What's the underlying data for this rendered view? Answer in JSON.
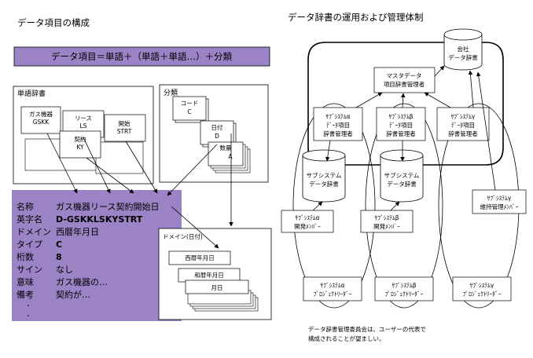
{
  "left": {
    "title": "データ項目の構成",
    "formula": "データ項目＝単語＋（単語＋単語…）＋分類",
    "word_dict": {
      "title": "単語辞書",
      "cards": [
        {
          "label": "ガス機器",
          "code": "GSKK"
        },
        {
          "label": "リース",
          "code": "LS"
        },
        {
          "label": "開始",
          "code": "STRT"
        },
        {
          "label": "契約",
          "code": "KY"
        }
      ]
    },
    "classification": {
      "title": "分類",
      "cards": [
        {
          "label": "コード",
          "code": "C"
        },
        {
          "label": "日付",
          "code": "D"
        },
        {
          "label": "数量",
          "code": "A"
        }
      ]
    },
    "item": {
      "rows": [
        {
          "key": "名称",
          "value": "ガス機器リース契約開始日"
        },
        {
          "key": "英字名",
          "value": "D-GSKKLSKYSTRT"
        },
        {
          "key": "ドメイン",
          "value": "西暦年月日"
        },
        {
          "key": "タイプ",
          "value": "C"
        },
        {
          "key": "桁数",
          "value": "8"
        },
        {
          "key": "サイン",
          "value": "なし"
        },
        {
          "key": "意味",
          "value": "ガス機器の…"
        },
        {
          "key": "備考",
          "value": "契約が…"
        }
      ],
      "ellipsis": "・"
    },
    "domain_box": {
      "title": "ドメイン(日付)",
      "cards": [
        "西暦年月日",
        "和暦年月日",
        "月日"
      ]
    }
  },
  "right": {
    "title": "データ辞書の運用および管理体制",
    "company_dict": [
      "会社",
      "データ辞書"
    ],
    "master_admin": [
      "マスタデータ",
      "項目辞書管理者"
    ],
    "admins": [
      [
        "ｻﾌﾞｼｽﾃﾑα",
        "ﾃﾞｰﾀ項目",
        "辞書管理者"
      ],
      [
        "ｻﾌﾞｼｽﾃﾑβ",
        "ﾃﾞｰﾀ項目",
        "辞書管理者"
      ],
      [
        "ｻﾌﾞｼｽﾃﾑγ",
        "ﾃﾞｰﾀ項目",
        "辞書管理者"
      ]
    ],
    "sub_dicts": [
      [
        "サブシステム",
        "データ辞書"
      ],
      [
        "サブシステム",
        "データ辞書"
      ]
    ],
    "dev_members": [
      [
        "ｻﾌﾞｼｽﾃﾑα",
        "開発ﾒﾝﾊﾞｰ"
      ],
      [
        "ｻﾌﾞｼｽﾃﾑβ",
        "開発ﾒﾝﾊﾞｰ"
      ]
    ],
    "maint_member": [
      "ｻﾌﾞｼｽﾃﾑγ",
      "維持管理ﾒﾝﾊﾞｰ"
    ],
    "leaders": [
      [
        "ｻﾌﾞｼｽﾃﾑα",
        "ﾌﾟﾛｼﾞｪｸﾄﾘｰﾀﾞｰ"
      ],
      [
        "ｻﾌﾞｼｽﾃﾑβ",
        "ﾌﾟﾛｼﾞｪｸﾄﾘｰﾀﾞｰ"
      ],
      [
        "ｻﾌﾞｼｽﾃﾑγ",
        "ﾌﾟﾛｼﾞｪｸﾄﾘｰﾀﾞｰ"
      ]
    ],
    "note": [
      "データ辞書管理委員会は、ユーザーの代表で",
      "構成されることが望ましい。"
    ]
  },
  "colors": {
    "purple": "#9b83c5",
    "line": "#000000",
    "fill": "#ffffff"
  }
}
